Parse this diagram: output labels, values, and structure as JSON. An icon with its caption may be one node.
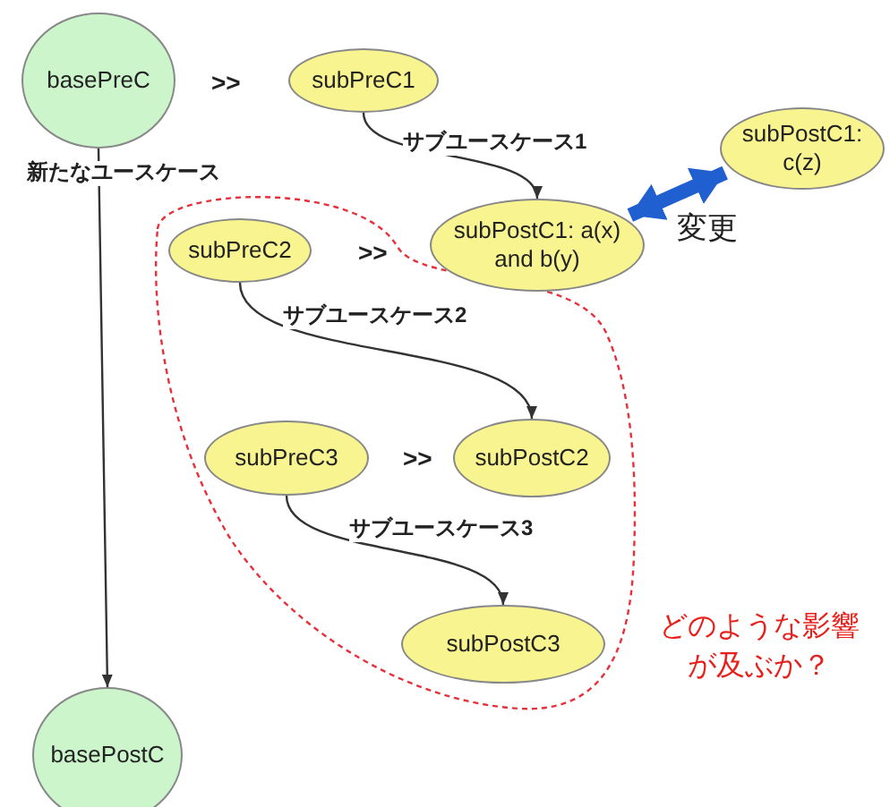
{
  "diagram": {
    "nodes": [
      {
        "text": [
          "basePreC"
        ]
      },
      {
        "text": [
          "subPreC1"
        ]
      },
      {
        "text": [
          "subPostC1: c(z)"
        ]
      },
      {
        "text": [
          "subPreC2"
        ]
      },
      {
        "text": [
          "subPostC1: a(x) and b(y)"
        ]
      },
      {
        "text": [
          "subPreC3"
        ]
      },
      {
        "text": [
          "subPostC2"
        ]
      },
      {
        "text": [
          "subPostC3"
        ]
      },
      {
        "text": [
          "basePostC"
        ]
      }
    ],
    "edges": [
      {
        "from": 0,
        "to": 8,
        "arrow": "to",
        "label": "新たなユースケース"
      },
      {
        "from": 1,
        "to": 4,
        "arrow": "to",
        "label": "サブユースケース1"
      },
      {
        "from": 4,
        "to": 2,
        "arrow": "both",
        "label": "変更",
        "style": "thick",
        "color": "#1f5fd0"
      },
      {
        "from": 3,
        "to": 6,
        "arrow": "to",
        "label": "サブユースケース2"
      },
      {
        "from": 5,
        "to": 7,
        "arrow": "to",
        "label": "サブユースケース3"
      }
    ],
    "labels": [
      ">>",
      ">>",
      ">>",
      "どのような影響が及ぶか？"
    ]
  }
}
